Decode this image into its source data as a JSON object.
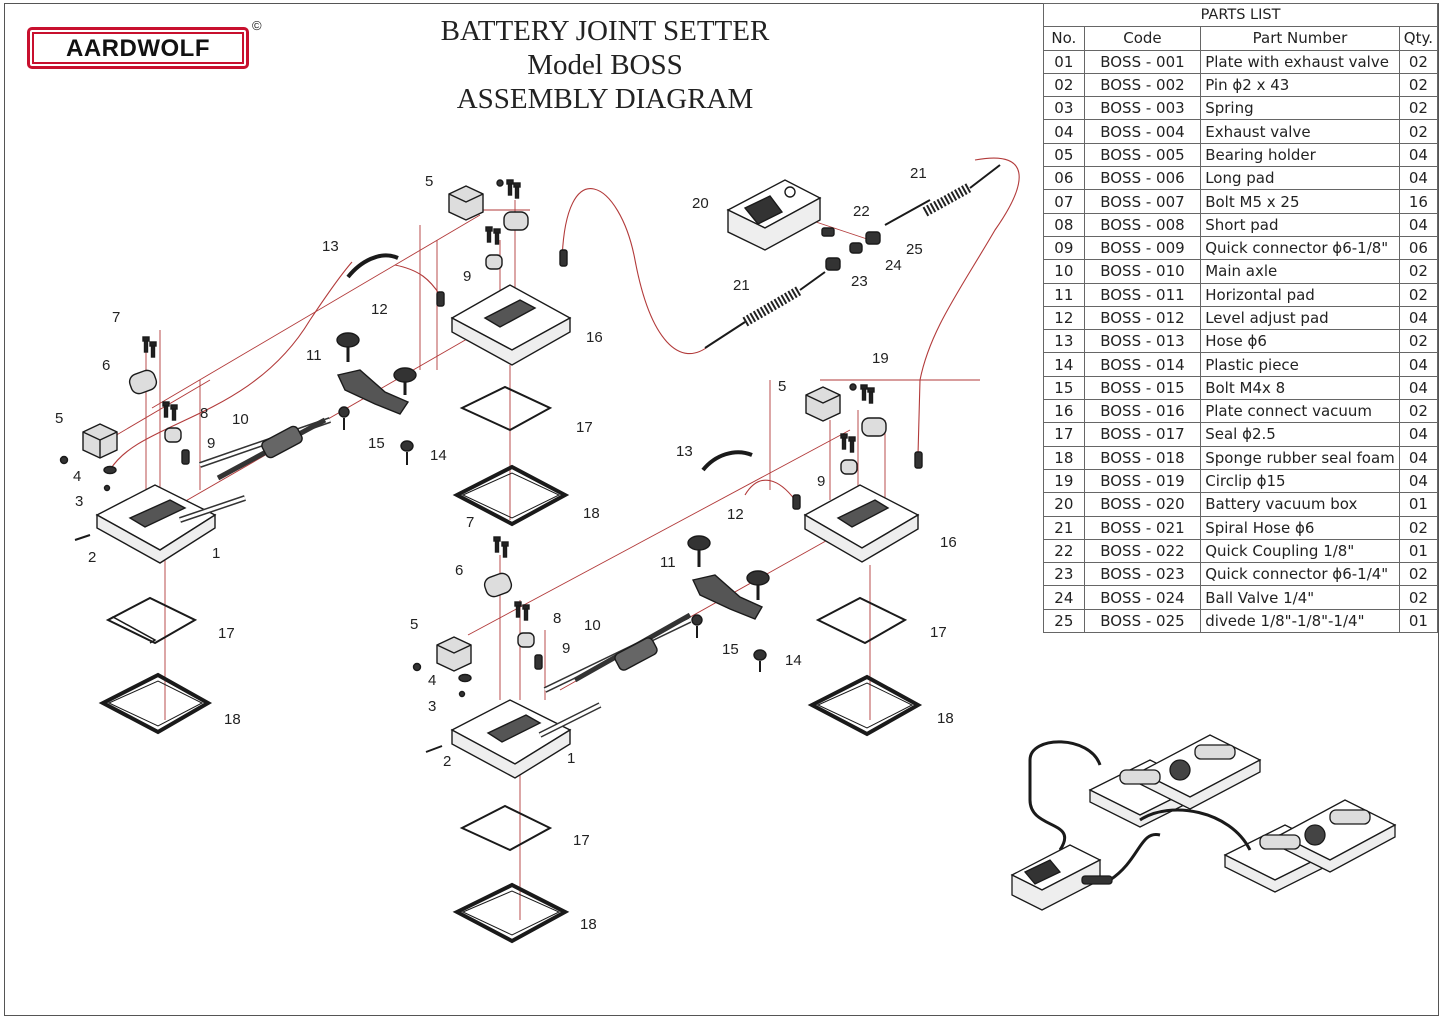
{
  "logo": {
    "text": "AARDWOLF",
    "mark": "©"
  },
  "title": {
    "line1": "BATTERY JOINT SETTER",
    "line2": "Model BOSS",
    "line3": "ASSEMBLY DIAGRAM"
  },
  "parts_list": {
    "caption": "PARTS LIST",
    "headers": {
      "no": "No.",
      "code": "Code",
      "part": "Part Number",
      "qty": "Qty."
    },
    "rows": [
      {
        "no": "01",
        "code": "BOSS - 001",
        "part": "Plate with exhaust valve",
        "qty": "02"
      },
      {
        "no": "02",
        "code": "BOSS - 002",
        "part": "Pin ϕ2 x 43",
        "qty": "02"
      },
      {
        "no": "03",
        "code": "BOSS - 003",
        "part": "Spring",
        "qty": "02"
      },
      {
        "no": "04",
        "code": "BOSS - 004",
        "part": "Exhaust valve",
        "qty": "02"
      },
      {
        "no": "05",
        "code": "BOSS - 005",
        "part": "Bearing holder",
        "qty": "04"
      },
      {
        "no": "06",
        "code": "BOSS - 006",
        "part": "Long pad",
        "qty": "04"
      },
      {
        "no": "07",
        "code": "BOSS - 007",
        "part": "Bolt M5 x 25",
        "qty": "16"
      },
      {
        "no": "08",
        "code": "BOSS - 008",
        "part": "Short pad",
        "qty": "04"
      },
      {
        "no": "09",
        "code": "BOSS - 009",
        "part": "Quick connector ϕ6-1/8\"",
        "qty": "06"
      },
      {
        "no": "10",
        "code": "BOSS - 010",
        "part": "Main axle",
        "qty": "02"
      },
      {
        "no": "11",
        "code": "BOSS - 011",
        "part": "Horizontal pad",
        "qty": "02"
      },
      {
        "no": "12",
        "code": "BOSS - 012",
        "part": "Level adjust pad",
        "qty": "04"
      },
      {
        "no": "13",
        "code": "BOSS - 013",
        "part": "Hose ϕ6",
        "qty": "02"
      },
      {
        "no": "14",
        "code": "BOSS - 014",
        "part": "Plastic piece",
        "qty": "04"
      },
      {
        "no": "15",
        "code": "BOSS - 015",
        "part": "Bolt M4x 8",
        "qty": "04"
      },
      {
        "no": "16",
        "code": "BOSS - 016",
        "part": "Plate connect vacuum",
        "qty": "02"
      },
      {
        "no": "17",
        "code": "BOSS - 017",
        "part": "Seal ϕ2.5",
        "qty": "04"
      },
      {
        "no": "18",
        "code": "BOSS - 018",
        "part": "Sponge rubber seal foam",
        "qty": "04"
      },
      {
        "no": "19",
        "code": "BOSS - 019",
        "part": "Circlip ϕ15",
        "qty": "04"
      },
      {
        "no": "20",
        "code": "BOSS - 020",
        "part": "Battery vacuum box",
        "qty": "01"
      },
      {
        "no": "21",
        "code": "BOSS - 021",
        "part": "Spiral Hose ϕ6",
        "qty": "02"
      },
      {
        "no": "22",
        "code": "BOSS - 022",
        "part": "Quick Coupling 1/8\"",
        "qty": "01"
      },
      {
        "no": "23",
        "code": "BOSS - 023",
        "part": "Quick connector ϕ6-1/4\"",
        "qty": "02"
      },
      {
        "no": "24",
        "code": "BOSS - 024",
        "part": "Ball Valve 1/4\"",
        "qty": "02"
      },
      {
        "no": "25",
        "code": "BOSS - 025",
        "part": "divede 1/8\"-1/8\"-1/4\"",
        "qty": "01"
      }
    ]
  },
  "callouts": {
    "c1a": "1",
    "c2a": "2",
    "c3a": "3",
    "c4a": "4",
    "c5a": "5",
    "c6a": "6",
    "c7a": "7",
    "c8a": "8",
    "c9a": "9",
    "c10a": "10",
    "c5b": "5",
    "c9b": "9",
    "c12a": "12",
    "c11a": "11",
    "c13a": "13",
    "c14a": "14",
    "c15a": "15",
    "c16a": "16",
    "c17a": "17",
    "c18a": "18",
    "c17b": "17",
    "c18b": "18",
    "c20": "20",
    "c21a": "21",
    "c21b": "21",
    "c22": "22",
    "c23": "23",
    "c24": "24",
    "c25": "25",
    "c1b": "1",
    "c2b": "2",
    "c3b": "3",
    "c4b": "4",
    "c5c": "5",
    "c6b": "6",
    "c7b": "7",
    "c8b": "8",
    "c9c": "9",
    "c10b": "10",
    "c11b": "11",
    "c12b": "12",
    "c13b": "13",
    "c14b": "14",
    "c15b": "15",
    "c17c": "17",
    "c18c": "18",
    "c5d": "5",
    "c9d": "9",
    "c16b": "16",
    "c17d": "17",
    "c18d": "18",
    "c19": "19"
  },
  "colors": {
    "logo_red": "#c8102e",
    "leader": "#b23a3a",
    "line": "#1a1a1a"
  }
}
